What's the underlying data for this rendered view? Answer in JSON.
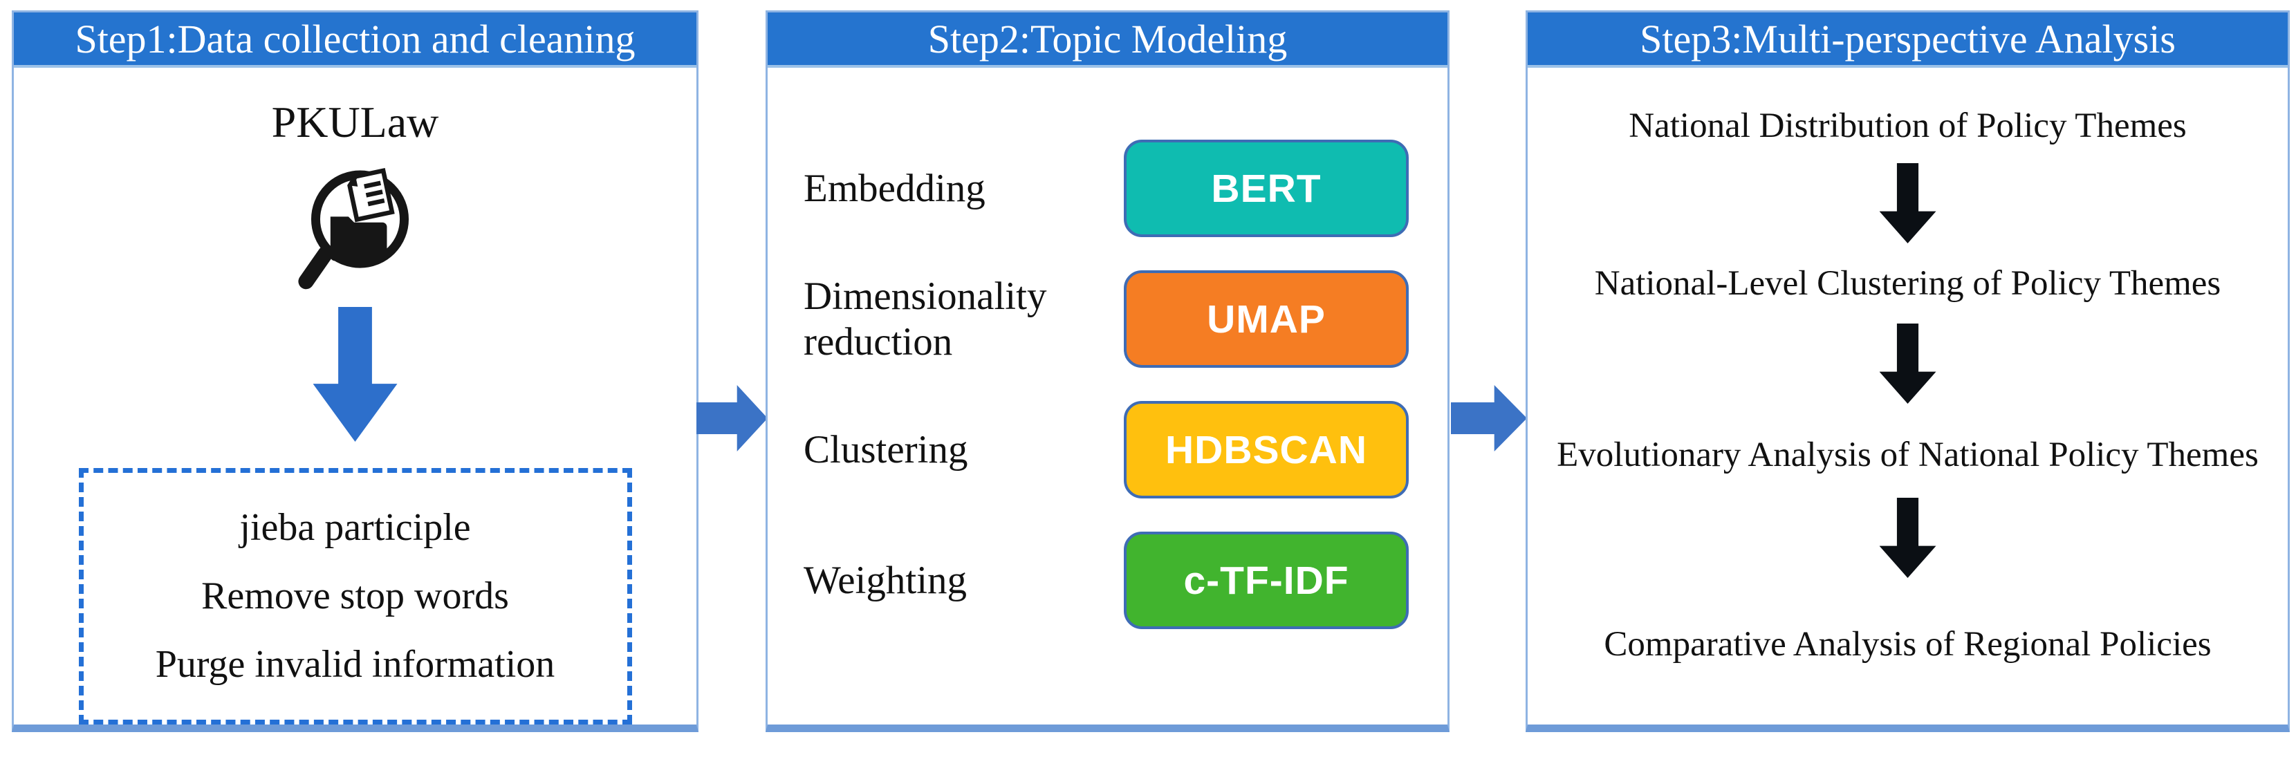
{
  "figure": {
    "type": "three-step-methodology-flow",
    "colors": {
      "header_bg": "#2574CF",
      "panel_border": "#8FB4E3",
      "panel_border_bottom": "#6E9BD8",
      "dashed_border": "#2470D6",
      "blue_arrow": "#3B73C6",
      "down_arrow_blue": "#2D6FCB",
      "black_arrow": "#0B0F14",
      "tool_button_border": "#3E6CB5"
    }
  },
  "panels": [
    {
      "title": "Step1:Data collection and cleaning",
      "source_label": "PKULaw",
      "icon": "search-documents-icon",
      "cleaning_steps": [
        "jieba participle",
        "Remove stop words",
        "Purge invalid information"
      ]
    },
    {
      "title": "Step2:Topic Modeling",
      "rows": [
        {
          "label": "Embedding",
          "tool": "BERT",
          "color": "#0FBCB0"
        },
        {
          "label": "Dimensionality reduction",
          "tool": "UMAP",
          "color": "#F57D23"
        },
        {
          "label": "Clustering",
          "tool": "HDBSCAN",
          "color": "#FFC00E"
        },
        {
          "label": "Weighting",
          "tool": "c-TF-IDF",
          "color": "#41B42E"
        }
      ]
    },
    {
      "title": "Step3:Multi-perspective Analysis",
      "steps": [
        "National Distribution of Policy Themes",
        "National-Level Clustering of Policy Themes",
        "Evolutionary Analysis of National Policy Themes",
        "Comparative Analysis of Regional Policies"
      ]
    }
  ]
}
